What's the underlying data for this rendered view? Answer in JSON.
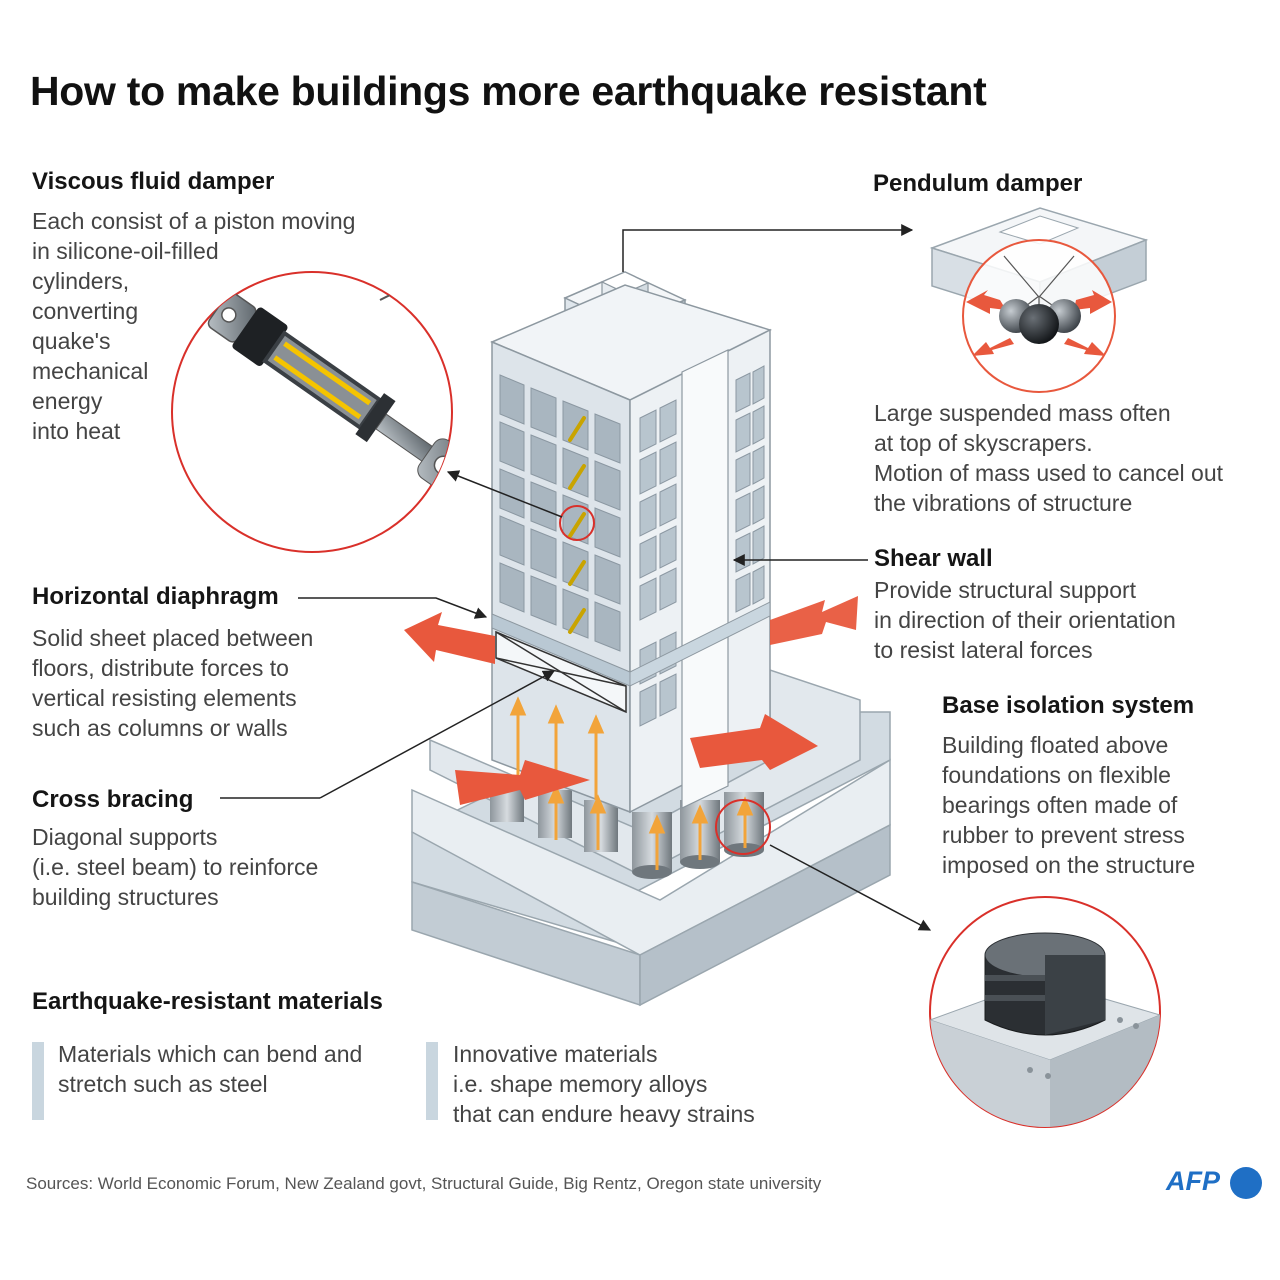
{
  "title": "How to make buildings more earthquake resistant",
  "sections": {
    "viscous": {
      "heading": "Viscous fluid damper",
      "text": "Each consist of a piston moving\nin silicone-oil-filled\ncylinders,\nconverting\nquake's\nmechanical\nenergy\ninto heat"
    },
    "pendulum": {
      "heading": "Pendulum damper",
      "text": "Large suspended mass  often\nat top of skyscrapers.\nMotion of mass used to cancel out\nthe vibrations of structure"
    },
    "shear": {
      "heading": "Shear wall",
      "text": "Provide structural support\nin direction of their orientation\nto resist lateral forces"
    },
    "diaphragm": {
      "heading": "Horizontal diaphragm",
      "text": "Solid sheet placed between\nfloors, distribute forces to\nvertical resisting elements\nsuch as columns or walls"
    },
    "base": {
      "heading": "Base isolation system",
      "text": "Building floated above\nfoundations on flexible\nbearings often made of\nrubber to prevent stress\nimposed on the structure"
    },
    "bracing": {
      "heading": "Cross bracing",
      "text": "Diagonal supports\n(i.e. steel beam) to reinforce\nbuilding structures"
    },
    "materials": {
      "heading": "Earthquake-resistant materials",
      "item1": "Materials which can bend and\nstretch such as steel",
      "item2": "Innovative materials\ni.e. shape memory alloys\nthat can endure heavy strains"
    }
  },
  "source": "Sources: World Economic Forum, New Zealand govt, Structural Guide, Big Rentz, Oregon state university",
  "logo": "AFP",
  "colors": {
    "force_arrow": "#e8583d",
    "highlight_ring": "#d9302a",
    "damper_yellow": "#f5c400",
    "building": "#dfe6ec",
    "accent_logo": "#1f6fc5"
  },
  "icons": [
    "viscous-damper-icon",
    "pendulum-mass-icon",
    "rubber-bearing-icon",
    "building-illustration"
  ]
}
